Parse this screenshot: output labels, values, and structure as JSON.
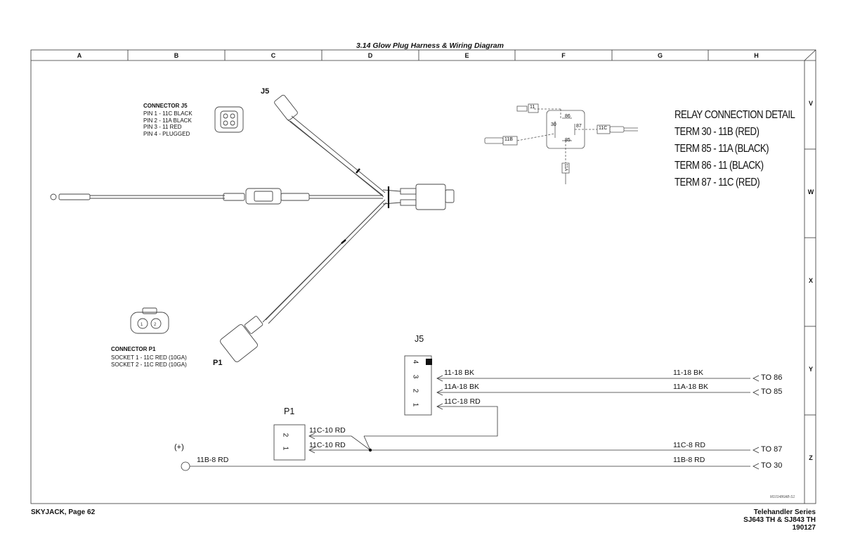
{
  "page_title": "3.14  Glow Plug Harness & Wiring Diagram",
  "grid": {
    "columns": [
      "A",
      "B",
      "C",
      "D",
      "E",
      "F",
      "G",
      "H"
    ],
    "rows": [
      "V",
      "W",
      "X",
      "Y",
      "Z"
    ]
  },
  "connector_j5": {
    "label": "J5",
    "title": "CONNECTOR J5",
    "pins": [
      "PIN 1 - 11C  BLACK",
      "PIN 2 - 11A BLACK",
      "PIN 3 - 11  RED",
      "PIN 4 - PLUGGED"
    ]
  },
  "connector_p1": {
    "label": "P1",
    "title": "CONNECTOR P1",
    "sockets": [
      "SOCKET 1 - 11C RED (10GA)",
      "SOCKET 2 - 11C RED (10GA)"
    ]
  },
  "relay_detail": {
    "title": "RELAY CONNECTION DETAIL",
    "terms": [
      "TERM 30 - 11B (RED)",
      "TERM 85 - 11A (BLACK)",
      "TERM 86 - 11 (BLACK)",
      "TERM 87 - 11C (RED)"
    ],
    "wire_tags": [
      "11",
      "11B",
      "11C",
      "11A"
    ],
    "pin_numbers": [
      "30",
      "86",
      "87",
      "85"
    ]
  },
  "schematic": {
    "j5_label": "J5",
    "p1_label": "P1",
    "j5_pins": [
      "4",
      "3",
      "2",
      "1"
    ],
    "p1_pins": [
      "2",
      "1"
    ],
    "plus_label": "(+)",
    "wires_left": [
      "11-18 BK",
      "11A-18 BK",
      "11C-18 RD",
      "11C-10 RD",
      "11C-10 RD",
      "11B-8 RD"
    ],
    "wires_right": [
      "11-18 BK",
      "11A-18 BK",
      "11C-8 RD",
      "11B-8 RD"
    ],
    "destinations": [
      "TO 86",
      "TO 85",
      "TO 87",
      "TO 30"
    ]
  },
  "drawing_id": "M101486AB-S1",
  "footer": {
    "left": "SKYJACK, Page 62",
    "right": [
      "Telehandler Series",
      "SJ643 TH & SJ843 TH",
      "190127"
    ]
  }
}
